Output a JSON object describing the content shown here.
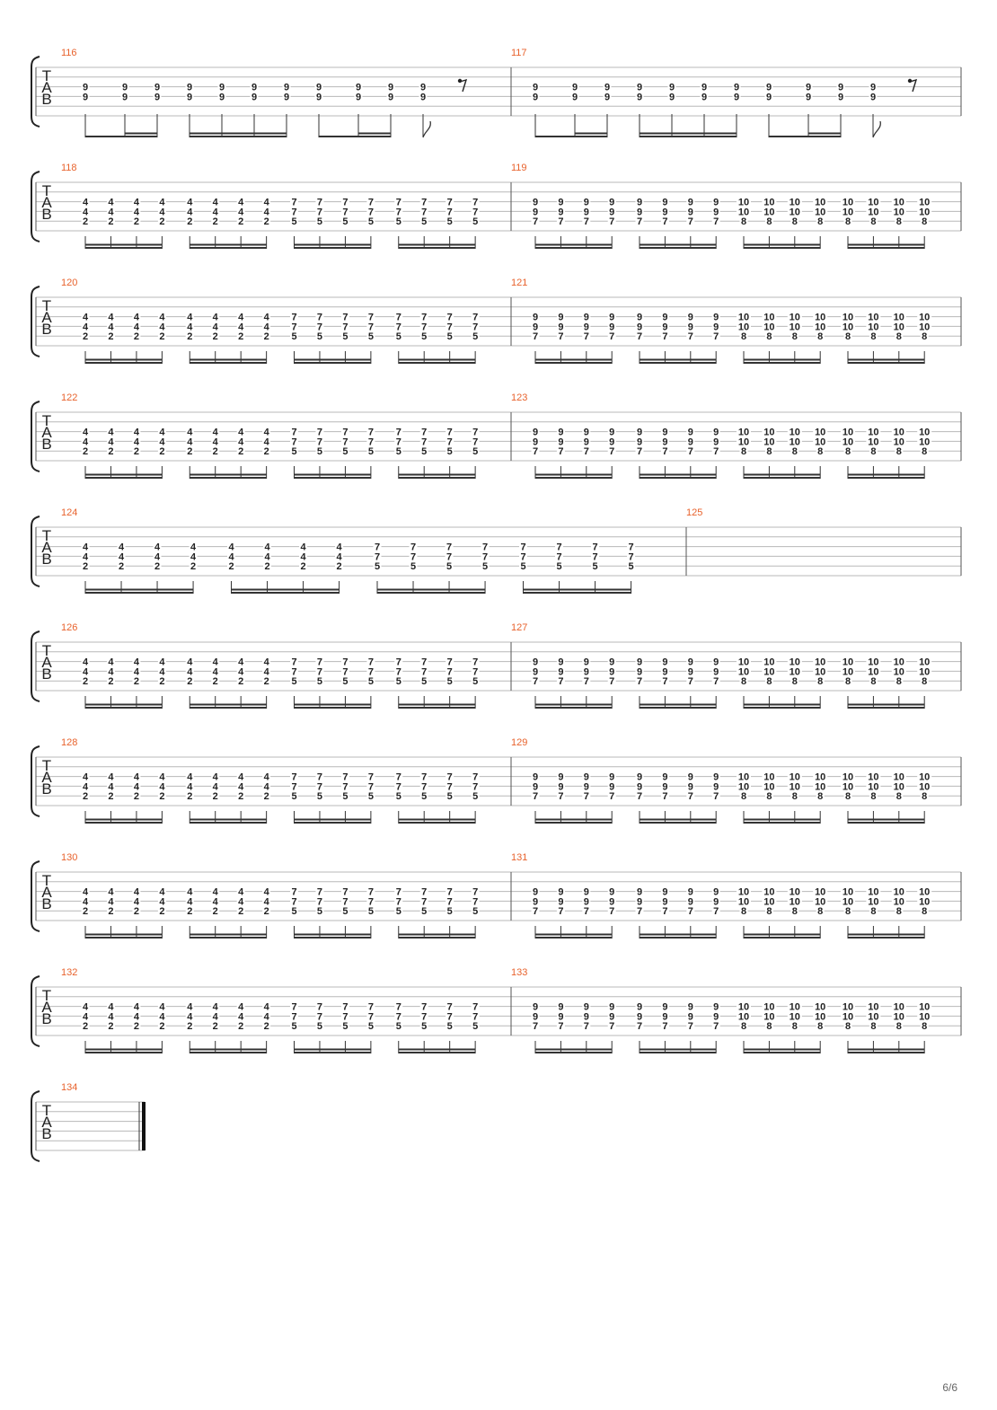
{
  "clef_letters": [
    "T",
    "A",
    "B"
  ],
  "page_number": "6/6",
  "chords": {
    "a": [
      "9",
      "9"
    ],
    "b": [
      "4",
      "4",
      "2"
    ],
    "c": [
      "7",
      "7",
      "5"
    ],
    "d": [
      "9",
      "9",
      "7"
    ],
    "e": [
      "10",
      "10",
      "8"
    ]
  },
  "systems": [
    {
      "bars": [
        {
          "number": "116",
          "pattern": "riff_a"
        },
        {
          "number": "117",
          "pattern": "riff_a"
        }
      ]
    },
    {
      "bars": [
        {
          "number": "118",
          "pattern": "b8c8"
        },
        {
          "number": "119",
          "pattern": "d8e8"
        }
      ]
    },
    {
      "bars": [
        {
          "number": "120",
          "pattern": "b8c8"
        },
        {
          "number": "121",
          "pattern": "d8e8"
        }
      ]
    },
    {
      "bars": [
        {
          "number": "122",
          "pattern": "b8c8"
        },
        {
          "number": "123",
          "pattern": "d8e8"
        }
      ]
    },
    {
      "bars": [
        {
          "number": "124",
          "pattern": "b8c8"
        },
        {
          "number": "125",
          "pattern": "empty"
        }
      ]
    },
    {
      "bars": [
        {
          "number": "126",
          "pattern": "b8c8"
        },
        {
          "number": "127",
          "pattern": "d8e8"
        }
      ]
    },
    {
      "bars": [
        {
          "number": "128",
          "pattern": "b8c8"
        },
        {
          "number": "129",
          "pattern": "d8e8"
        }
      ]
    },
    {
      "bars": [
        {
          "number": "130",
          "pattern": "b8c8"
        },
        {
          "number": "131",
          "pattern": "d8e8"
        }
      ]
    },
    {
      "bars": [
        {
          "number": "132",
          "pattern": "b8c8"
        },
        {
          "number": "133",
          "pattern": "d8e8"
        }
      ]
    },
    {
      "bars": [
        {
          "number": "134",
          "pattern": "final"
        }
      ]
    }
  ]
}
